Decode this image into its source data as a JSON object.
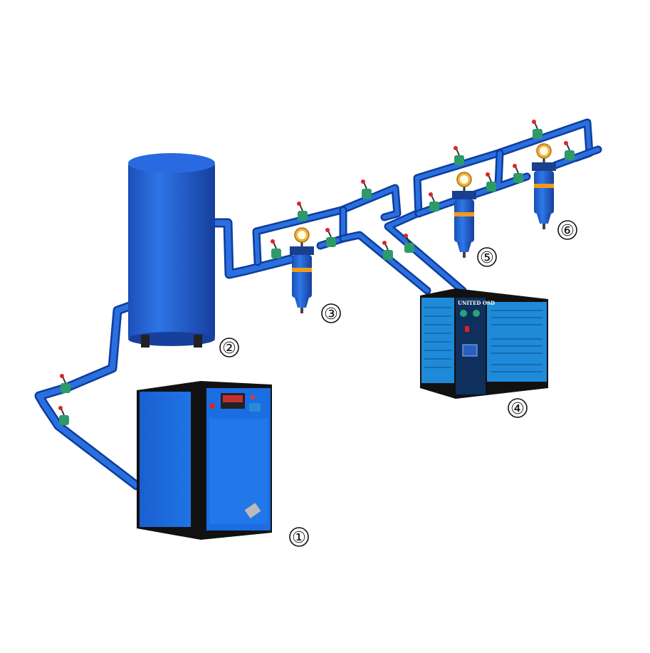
{
  "colors": {
    "pipe": "#1f63d6",
    "pipe_dark": "#0e3d9a",
    "equipment_blue": "#1b6fe0",
    "frame_black": "#111111",
    "valve_red": "#d92626",
    "band_orange": "#f29a17",
    "dryer_blue": "#1e8ad8"
  },
  "markers": [
    {
      "id": "compressor",
      "label": "①"
    },
    {
      "id": "tank",
      "label": "②"
    },
    {
      "id": "filter-1",
      "label": "③"
    },
    {
      "id": "dryer",
      "label": "④"
    },
    {
      "id": "filter-2",
      "label": "⑤"
    },
    {
      "id": "filter-3",
      "label": "⑥"
    }
  ],
  "dryer": {
    "panel_text": "UNITED OSD"
  },
  "icons": {
    "compressor": "air-compressor-icon",
    "tank": "air-receiver-tank-icon",
    "filter": "inline-filter-icon",
    "dryer": "refrigerated-dryer-icon",
    "valve": "ball-valve-icon",
    "gauge": "pressure-gauge-icon"
  }
}
